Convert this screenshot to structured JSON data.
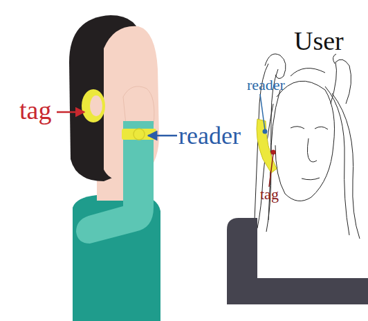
{
  "diagram": {
    "labels": [
      "User",
      "reader",
      "tag",
      "reader",
      "tag"
    ]
  }
}
